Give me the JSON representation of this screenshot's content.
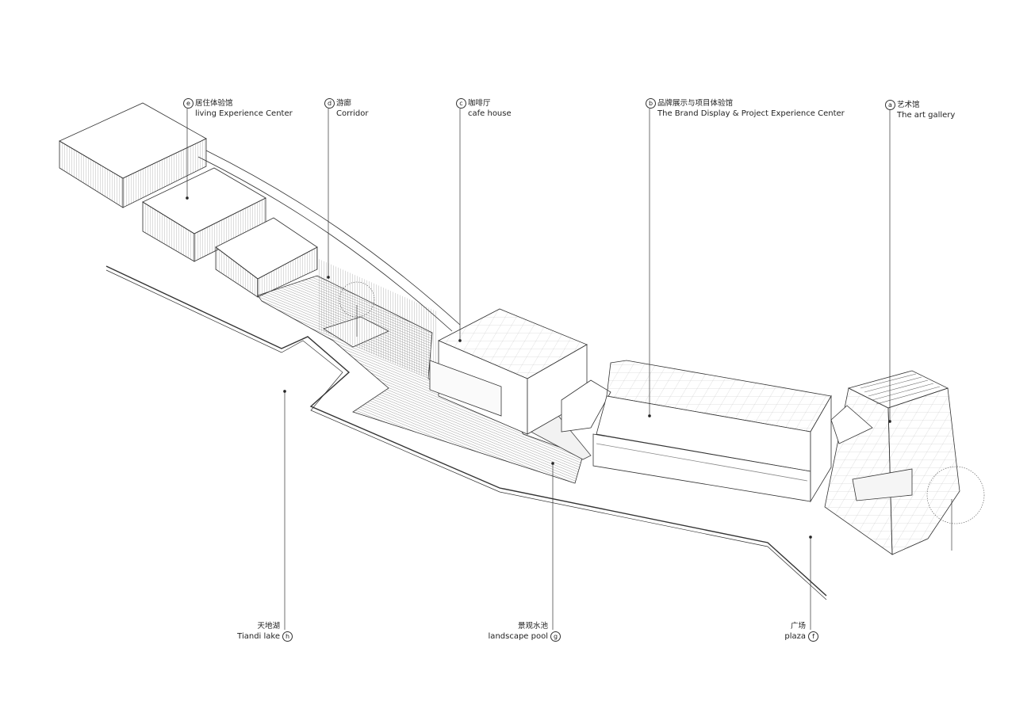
{
  "diagram": {
    "type": "axonometric architectural site drawing",
    "stroke_color": "#333333",
    "hatch_color": "#555555",
    "background": "#ffffff"
  },
  "labels_top": [
    {
      "key": "e",
      "cn": "居住体验馆",
      "en": "living Experience Center"
    },
    {
      "key": "d",
      "cn": "游廊",
      "en": "Corridor"
    },
    {
      "key": "c",
      "cn": "咖啡厅",
      "en": "cafe house"
    },
    {
      "key": "b",
      "cn": "品牌展示与项目体验馆",
      "en": "The Brand Display & Project Experience Center"
    },
    {
      "key": "a",
      "cn": "艺术馆",
      "en": "The art gallery"
    }
  ],
  "labels_bottom": [
    {
      "key": "h",
      "cn": "天地湖",
      "en": "Tiandi lake"
    },
    {
      "key": "g",
      "cn": "景观水池",
      "en": "landscape pool"
    },
    {
      "key": "f",
      "cn": "广场",
      "en": "plaza"
    }
  ]
}
